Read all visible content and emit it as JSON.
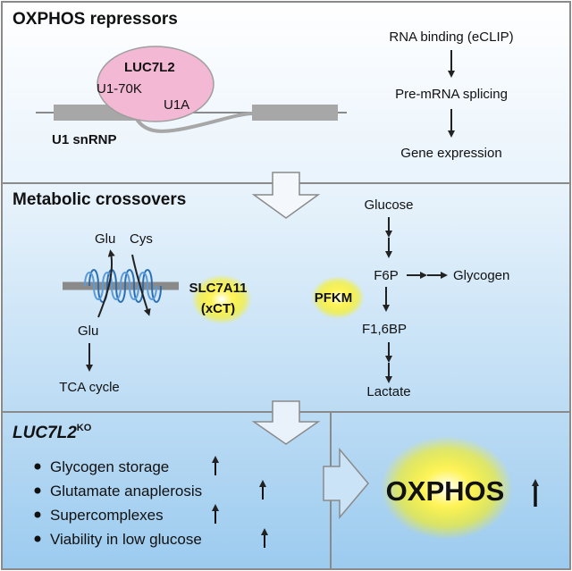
{
  "panel1": {
    "title": "OXPHOS repressors",
    "complex_name": "LUC7L2",
    "u1_70k": "U1-70K",
    "u1a": "U1A",
    "snrnp": "U1 snRNP",
    "steps": [
      "RNA binding (eCLIP)",
      "Pre-mRNA splicing",
      "Gene expression"
    ]
  },
  "panel2": {
    "title": "Metabolic crossovers",
    "glu_out": "Glu",
    "cys": "Cys",
    "glu_in": "Glu",
    "tca": "TCA cycle",
    "transporter": "SLC7A11",
    "transporter_alias": "(xCT)",
    "glucose": "Glucose",
    "f6p": "F6P",
    "glycogen": "Glycogen",
    "pfkm": "PFKM",
    "f16bp": "F1,6BP",
    "lactate": "Lactate"
  },
  "panel3": {
    "title_main": "LUC7L2",
    "title_sup": "KO",
    "bullets": [
      "Glycogen storage",
      "Glutamate anaplerosis",
      "Supercomplexes",
      "Viability in low glucose"
    ],
    "result": "OXPHOS"
  },
  "colors": {
    "border": "#8a8a8a",
    "pink": "#f2b8d4",
    "glow": "#fff200",
    "membrane": "#2a6fb5",
    "bg_top": "#ffffff",
    "bg_bottom": "#9dcbef"
  }
}
